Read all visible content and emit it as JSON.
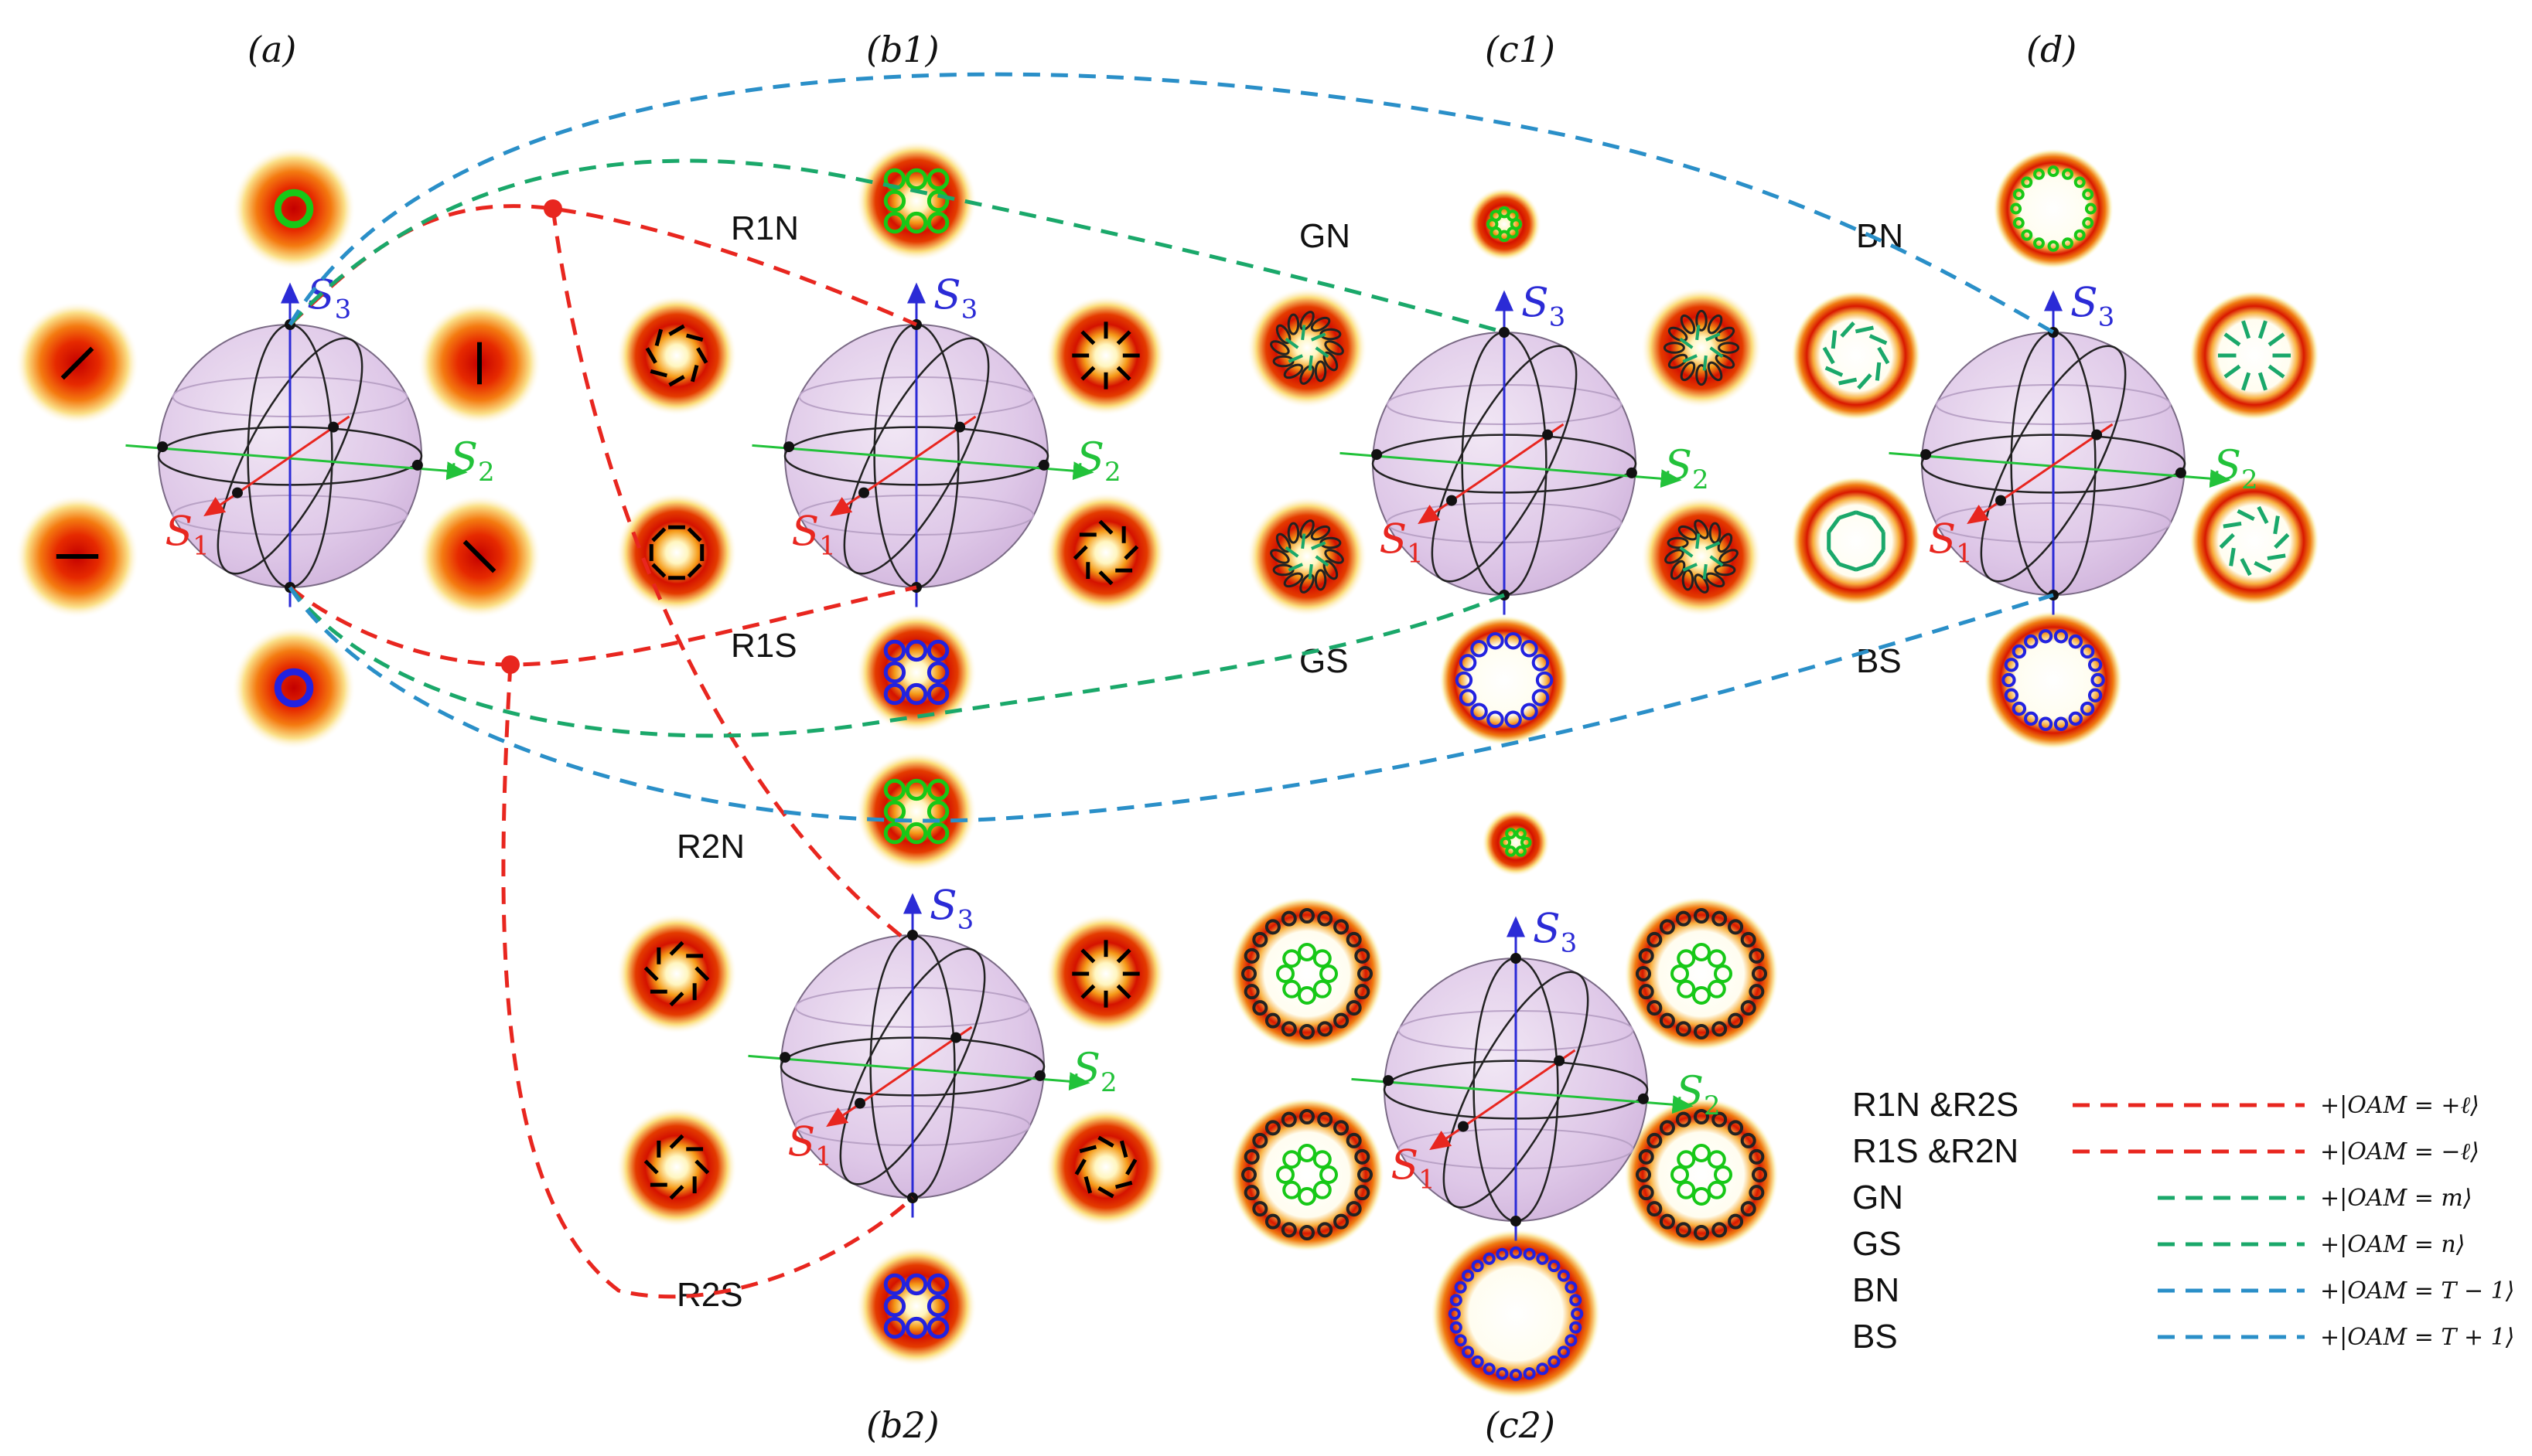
{
  "panels": {
    "a": "(a)",
    "b1": "(b1)",
    "c1": "(c1)",
    "d": "(d)",
    "b2": "(b2)",
    "c2": "(c2)"
  },
  "regions": {
    "R1N": "R1N",
    "R1S": "R1S",
    "R2N": "R2N",
    "R2S": "R2S",
    "GN": "GN",
    "GS": "GS",
    "BN": "BN",
    "BS": "BS"
  },
  "axes": {
    "s": "S",
    "s1_sub": "1",
    "s2_sub": "2",
    "s3_sub": "3"
  },
  "legend": [
    {
      "name": "R1N &R2S",
      "ket": "+|OAM = +ℓ⟩",
      "color": "#e8261f"
    },
    {
      "name": "R1S &R2N",
      "ket": "+|OAM = −ℓ⟩",
      "color": "#e8261f"
    },
    {
      "name": "GN",
      "ket": "+|OAM = m⟩",
      "color": "#1aa86a"
    },
    {
      "name": "GS",
      "ket": "+|OAM = n⟩",
      "color": "#1aa86a"
    },
    {
      "name": "BN",
      "ket": "+|OAM = T − 1⟩",
      "color": "#2a8fc8"
    },
    {
      "name": "BS",
      "ket": "+|OAM = T + 1⟩",
      "color": "#2a8fc8"
    }
  ],
  "colors": {
    "red_path": "#e8261f",
    "green_path": "#1aa86a",
    "blue_path": "#2a8fc8",
    "s1_axis": "#e8261f",
    "s2_axis": "#22c23a",
    "s3_axis": "#2b2bd6",
    "sphere_fill": "#d9bfe3"
  }
}
